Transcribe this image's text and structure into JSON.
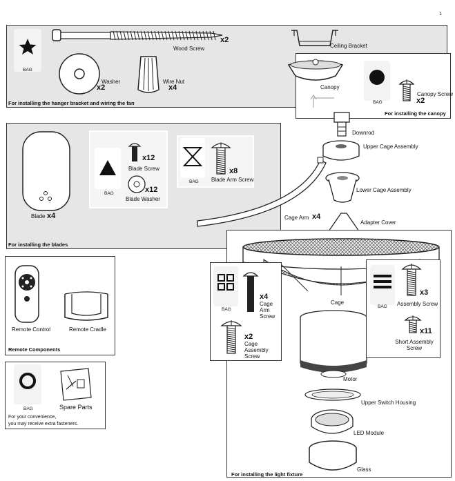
{
  "page_mark": "1",
  "hardware_panel": {
    "caption": "For installing the hanger bracket and wiring the fan",
    "bag_label": "BAG",
    "items": [
      {
        "label": "Wood Screw",
        "qty": "x2"
      },
      {
        "label": "Washer",
        "qty": "x2"
      },
      {
        "label": "Wire Nut",
        "qty": "x4"
      }
    ]
  },
  "ceiling_bracket_label": "Ceiling Bracket",
  "canopy_panel": {
    "caption": "For installing the canopy",
    "canopy_label": "Canopy",
    "bag_label": "BAG",
    "screw_label": "Canopy Screw",
    "screw_qty": "x2"
  },
  "blades_panel": {
    "caption": "For installing the blades",
    "blade_label": "Blade",
    "blade_qty": "x4",
    "bag_label": "BAG",
    "bag_label_2": "BAG",
    "blade_screw_label": "Blade Screw",
    "blade_screw_qty": "x12",
    "blade_washer_label": "Blade Washer",
    "blade_washer_qty": "x12",
    "blade_arm_screw_label": "Blade Arm Screw",
    "blade_arm_screw_qty": "x8"
  },
  "parts": {
    "downrod": "Downrod",
    "upper_cage_assembly": "Upper Cage Assembly",
    "lower_cage_assembly": "Lower Cage Assembly",
    "cage_arm": "Cage Arm",
    "cage_arm_qty": "x4",
    "adapter_cover": "Adapter Cover"
  },
  "remote_panel": {
    "caption": "Remote Components",
    "remote_label": "Remote Control",
    "cradle_label": "Remote Cradle"
  },
  "spare_panel": {
    "bag_label": "BAG",
    "spare_label": "Spare Parts",
    "note_line1": "For your convenience,",
    "note_line2": "you may receive extra fasteners."
  },
  "light_panel": {
    "caption": "For installing the light fixture",
    "cage_label": "Cage",
    "motor_label": "Motor",
    "upper_switch_housing": "Upper Switch Housing",
    "led_module": "LED Module",
    "glass": "Glass"
  },
  "cage_bag_panel": {
    "bag_label": "BAG",
    "cage_arm_screw_label": "Cage Arm Screw",
    "cage_arm_screw_qty": "x4",
    "cage_assembly_screw_label": "Cage Assembly Screw",
    "cage_assembly_screw_qty": "x2"
  },
  "assembly_bag_panel": {
    "bag_label": "BAG",
    "assembly_screw_label": "Assembly Screw",
    "assembly_screw_qty": "x3",
    "short_assembly_screw_label": "Short Assembly Screw",
    "short_assembly_screw_qty": "x11"
  }
}
